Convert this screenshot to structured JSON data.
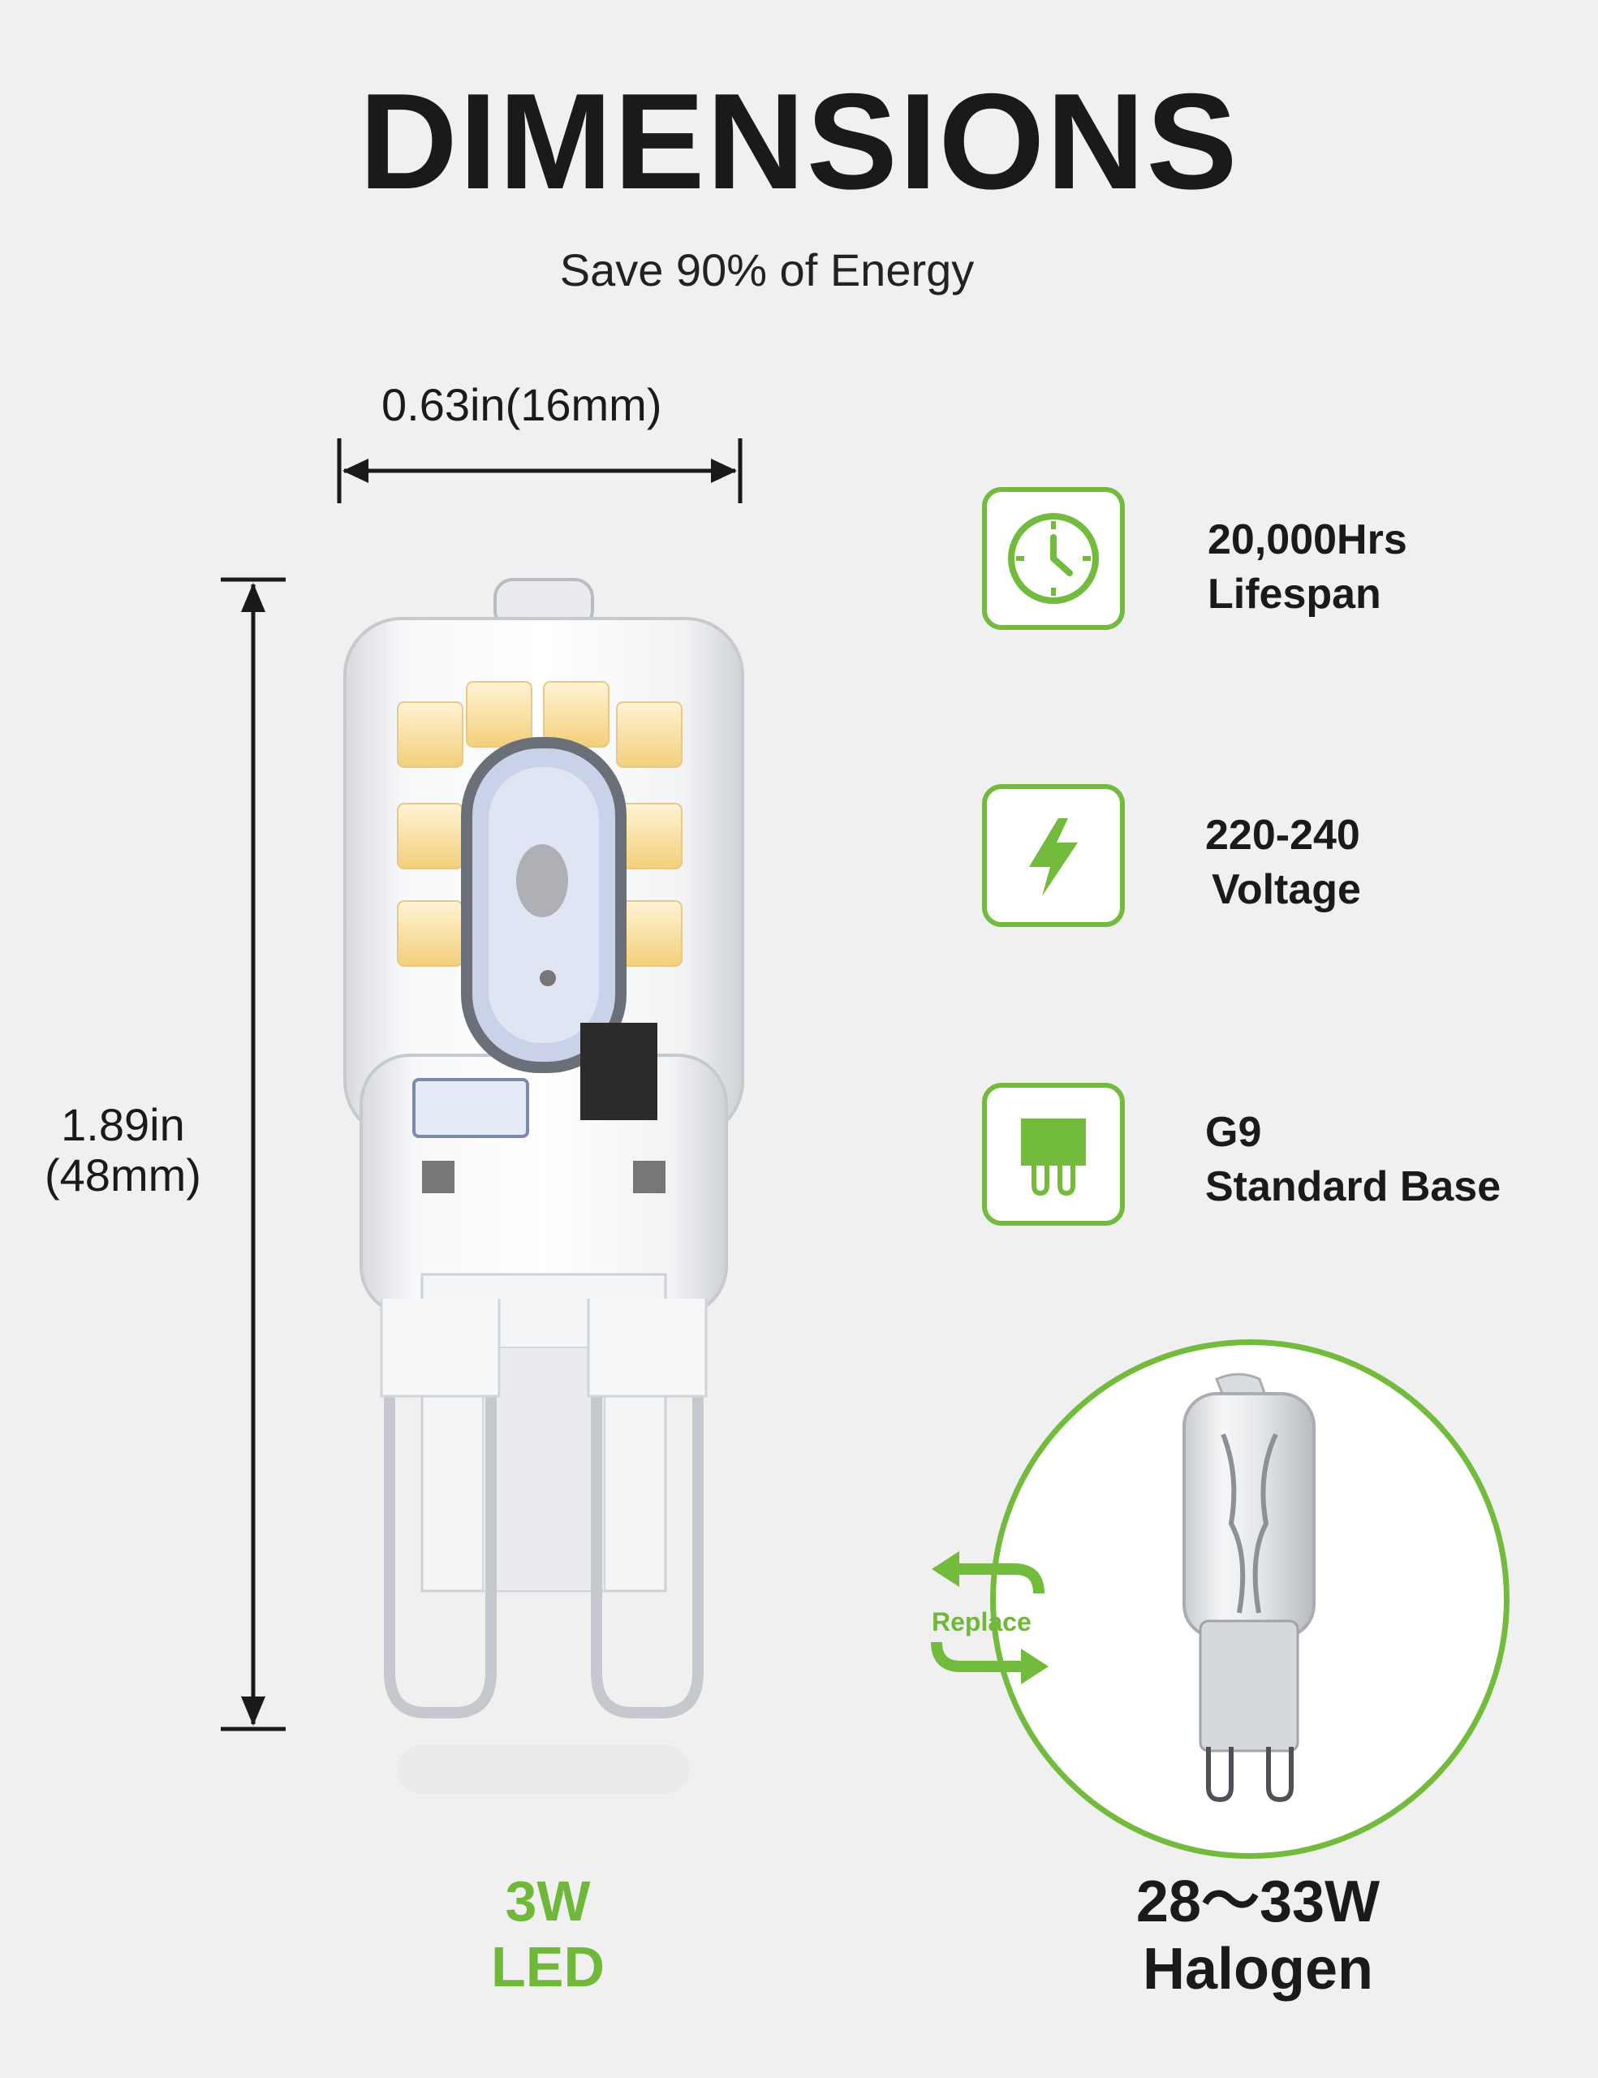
{
  "header": {
    "title": "DIMENSIONS",
    "subtitle": "Save 90% of Energy"
  },
  "dimensions": {
    "width": "0.63in(16mm)",
    "height_line1": "1.89in",
    "height_line2": "(48mm)"
  },
  "features": [
    {
      "icon": "clock-icon",
      "line1": "20,000Hrs",
      "line2": "Lifespan"
    },
    {
      "icon": "lightning-icon",
      "line1": "220-240",
      "line2": "Voltage"
    },
    {
      "icon": "g9-base-icon",
      "line1": "G9",
      "line2": "Standard Base"
    }
  ],
  "comparison": {
    "led_watt": "3W",
    "led_type": "LED",
    "replace_label": "Replace",
    "halogen_watt": "28～33W",
    "halogen_type": "Halogen"
  },
  "colors": {
    "accent_green": "#72bb3c",
    "text_dark": "#1a1a1a",
    "background": "#f0f0f0"
  }
}
